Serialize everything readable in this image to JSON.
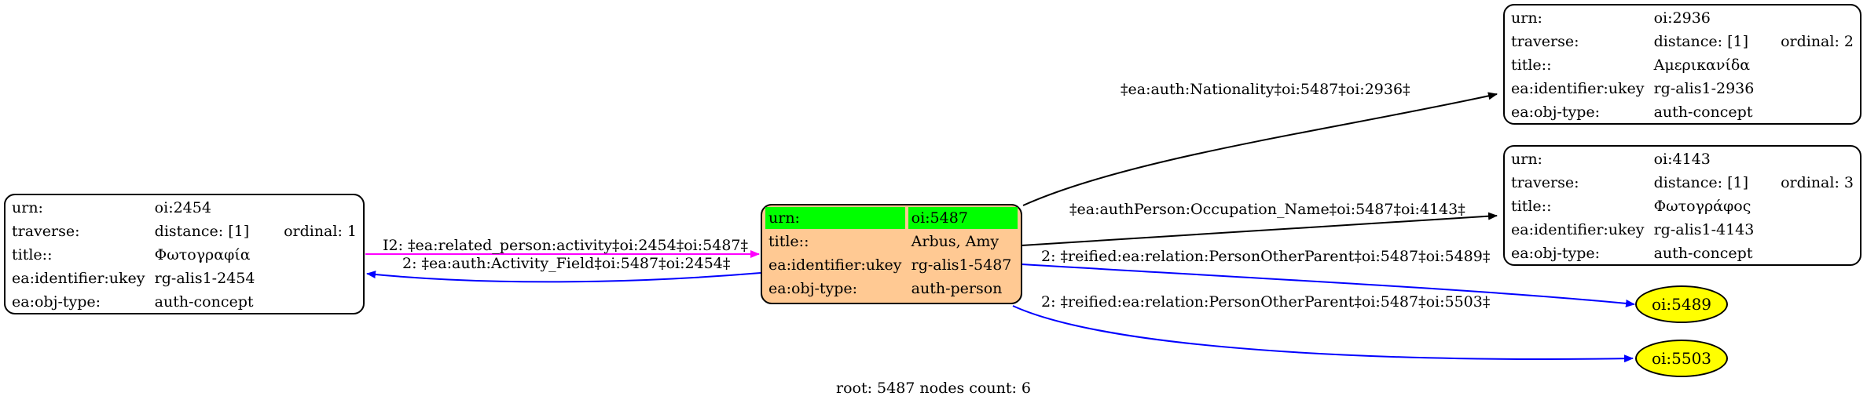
{
  "nodes": {
    "oi2454": {
      "rows": [
        {
          "key": "urn:",
          "value": "oi:2454",
          "extra": ""
        },
        {
          "key": "traverse:",
          "value": "distance: [1]",
          "extra": "ordinal: 1"
        },
        {
          "key": "title::",
          "value": "Φωτογραφία",
          "extra": ""
        },
        {
          "key": "ea:identifier:ukey",
          "value": "rg-alis1-2454",
          "extra": ""
        },
        {
          "key": "ea:obj-type:",
          "value": "auth-concept",
          "extra": ""
        }
      ]
    },
    "root": {
      "rows": [
        {
          "key": "urn:",
          "value": "oi:5487"
        },
        {
          "key": "title::",
          "value": "Arbus, Amy"
        },
        {
          "key": "ea:identifier:ukey",
          "value": "rg-alis1-5487"
        },
        {
          "key": "ea:obj-type:",
          "value": "auth-person"
        }
      ]
    },
    "oi2936": {
      "rows": [
        {
          "key": "urn:",
          "value": "oi:2936",
          "extra": ""
        },
        {
          "key": "traverse:",
          "value": "distance: [1]",
          "extra": "ordinal: 2"
        },
        {
          "key": "title::",
          "value": "Αμερικανίδα",
          "extra": ""
        },
        {
          "key": "ea:identifier:ukey",
          "value": "rg-alis1-2936",
          "extra": ""
        },
        {
          "key": "ea:obj-type:",
          "value": "auth-concept",
          "extra": ""
        }
      ]
    },
    "oi4143": {
      "rows": [
        {
          "key": "urn:",
          "value": "oi:4143",
          "extra": ""
        },
        {
          "key": "traverse:",
          "value": "distance: [1]",
          "extra": "ordinal: 3"
        },
        {
          "key": "title::",
          "value": "Φωτογράφος",
          "extra": ""
        },
        {
          "key": "ea:identifier:ukey",
          "value": "rg-alis1-4143",
          "extra": ""
        },
        {
          "key": "ea:obj-type:",
          "value": "auth-concept",
          "extra": ""
        }
      ]
    },
    "oi5489": {
      "label": "oi:5489"
    },
    "oi5503": {
      "label": "oi:5503"
    }
  },
  "edges": {
    "related_person": "I2: ‡ea:related_person:activity‡oi:2454‡oi:5487‡",
    "activity_field": "2: ‡ea:auth:Activity_Field‡oi:5487‡oi:2454‡",
    "nationality": "‡ea:auth:Nationality‡oi:5487‡oi:2936‡",
    "occupation": "‡ea:authPerson:Occupation_Name‡oi:5487‡oi:4143‡",
    "other_parent_5489": "2: ‡reified:ea:relation:PersonOtherParent‡oi:5487‡oi:5489‡",
    "other_parent_5503": "2: ‡reified:ea:relation:PersonOtherParent‡oi:5487‡oi:5503‡"
  },
  "footer": "root: 5487 nodes count: 6",
  "colors": {
    "root_fill": "#ffc993",
    "root_header": "#00ff00",
    "leaf_fill": "#ffff00",
    "edge_magenta": "#ff00ff",
    "edge_blue": "#0000ff",
    "edge_black": "#000000"
  }
}
